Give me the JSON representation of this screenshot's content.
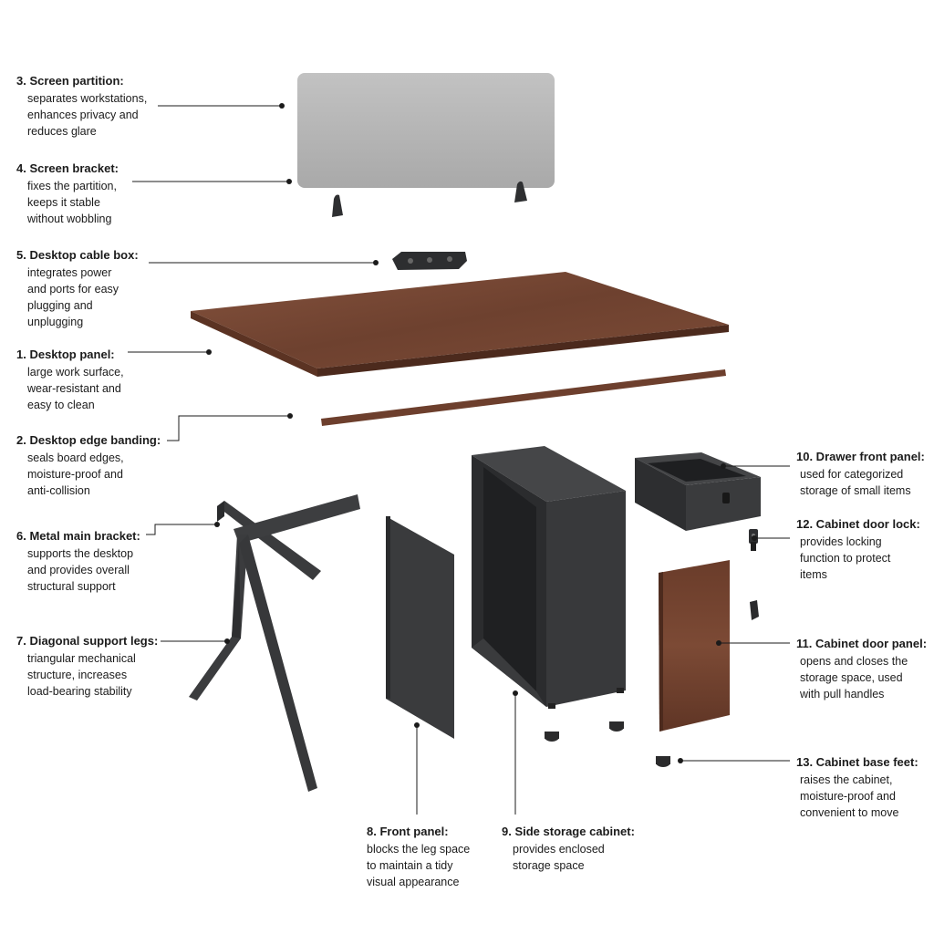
{
  "colors": {
    "walnut": "#7a4a36",
    "walnut_dark": "#5c3426",
    "charcoal": "#3d3e40",
    "charcoal_dark": "#2c2d2f",
    "fabric_gray": "#b8b8b8",
    "leader_line": "#1b1b1b"
  },
  "parts": {
    "screen_partition": {
      "title": "3. Screen partition:",
      "desc": "separates workstations,\nenhances privacy and\nreduces glare"
    },
    "screen_bracket": {
      "title": "4. Screen bracket:",
      "desc": "fixes the partition,\nkeeps it stable\nwithout wobbling"
    },
    "cable_box": {
      "title": "5. Desktop cable box:",
      "desc": "integrates power\nand ports for easy\nplugging and\nunplugging"
    },
    "desktop_panel": {
      "title": "1. Desktop panel:",
      "desc": "large work surface,\nwear-resistant and\neasy to clean"
    },
    "edge_banding": {
      "title": "2. Desktop edge banding:",
      "desc": "seals board edges,\nmoisture-proof and\nanti-collision"
    },
    "main_bracket": {
      "title": "6. Metal main bracket:",
      "desc": "supports the desktop\nand provides overall\nstructural support"
    },
    "support_legs": {
      "title": "7. Diagonal support legs:",
      "desc": "triangular mechanical\nstructure, increases\nload-bearing stability"
    },
    "front_panel": {
      "title": "8. Front panel:",
      "desc": "blocks the leg space\nto maintain a tidy\nvisual appearance"
    },
    "storage_cabinet": {
      "title": "9. Side storage cabinet:",
      "desc": "provides enclosed\nstorage space"
    },
    "drawer_front": {
      "title": "10. Drawer front panel:",
      "desc": "used for categorized\nstorage of small items"
    },
    "door_lock": {
      "title": "12. Cabinet door lock:",
      "desc": "provides locking\nfunction to protect\nitems"
    },
    "door_panel": {
      "title": "11. Cabinet door panel:",
      "desc": "opens and closes the\nstorage space, used\nwith pull handles"
    },
    "base_feet": {
      "title": "13. Cabinet base feet:",
      "desc": "raises the cabinet,\nmoisture-proof and\nconvenient to move"
    }
  }
}
